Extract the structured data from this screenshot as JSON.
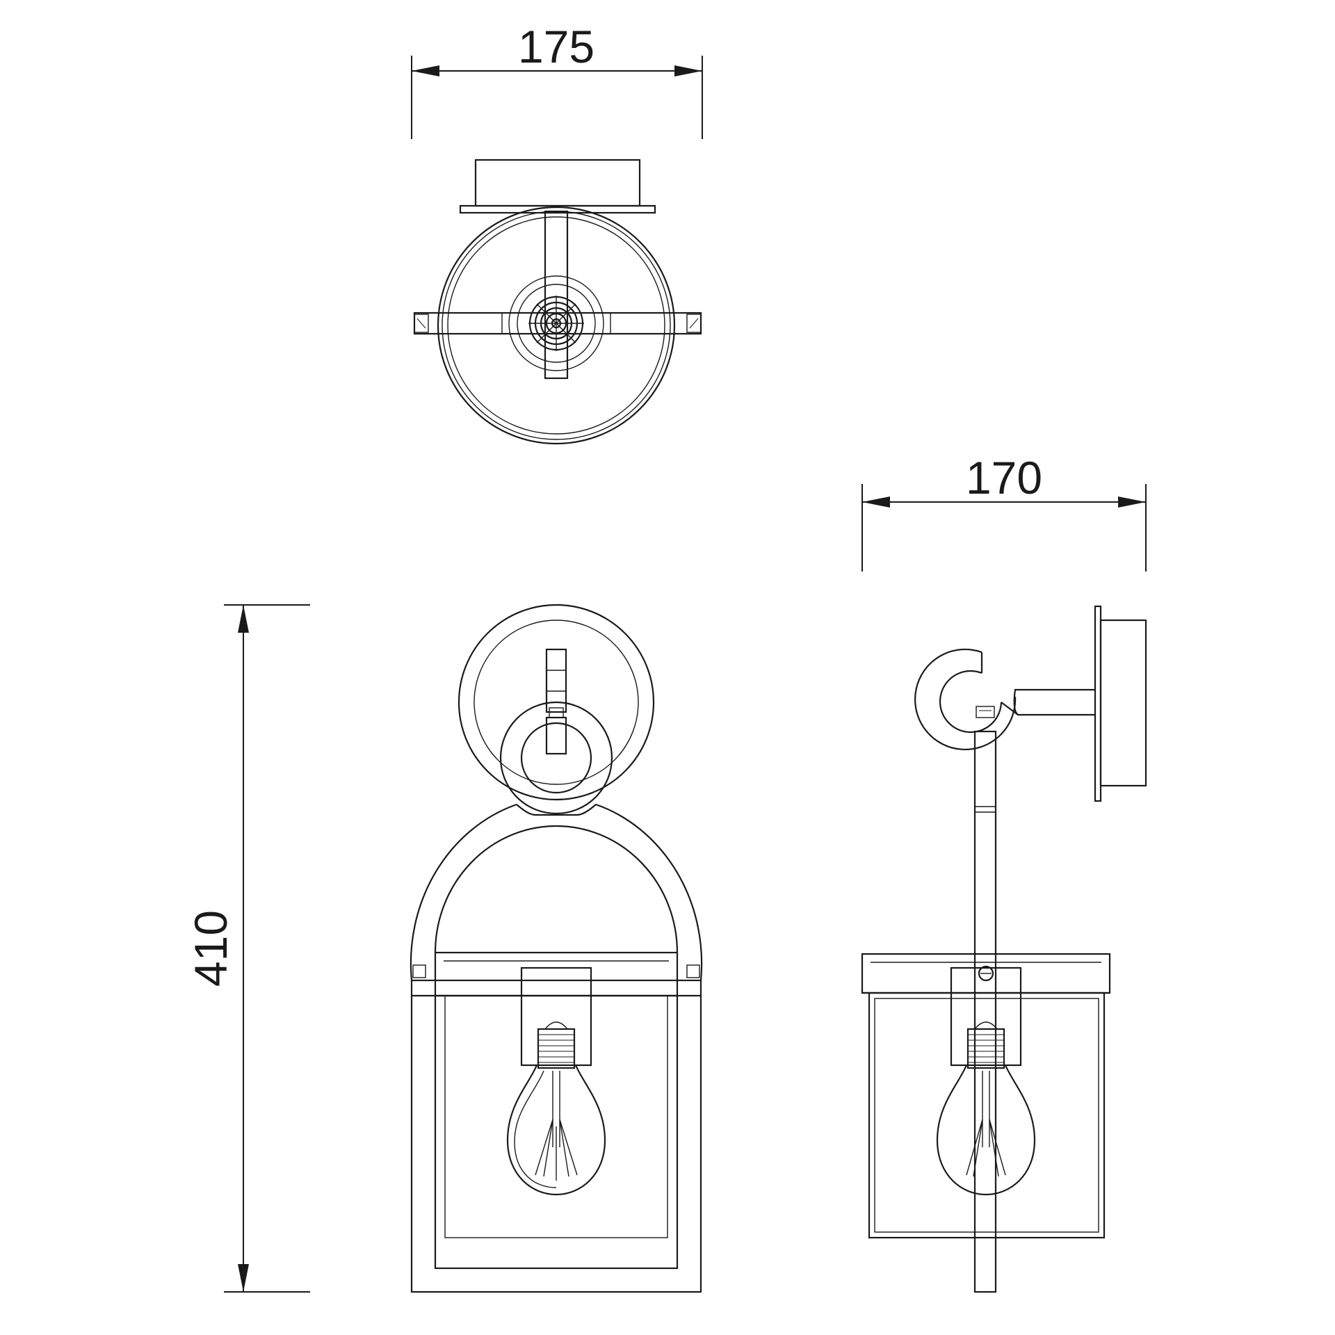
{
  "dimensions": {
    "top_width": "175",
    "side_depth": "170",
    "height": "410"
  }
}
